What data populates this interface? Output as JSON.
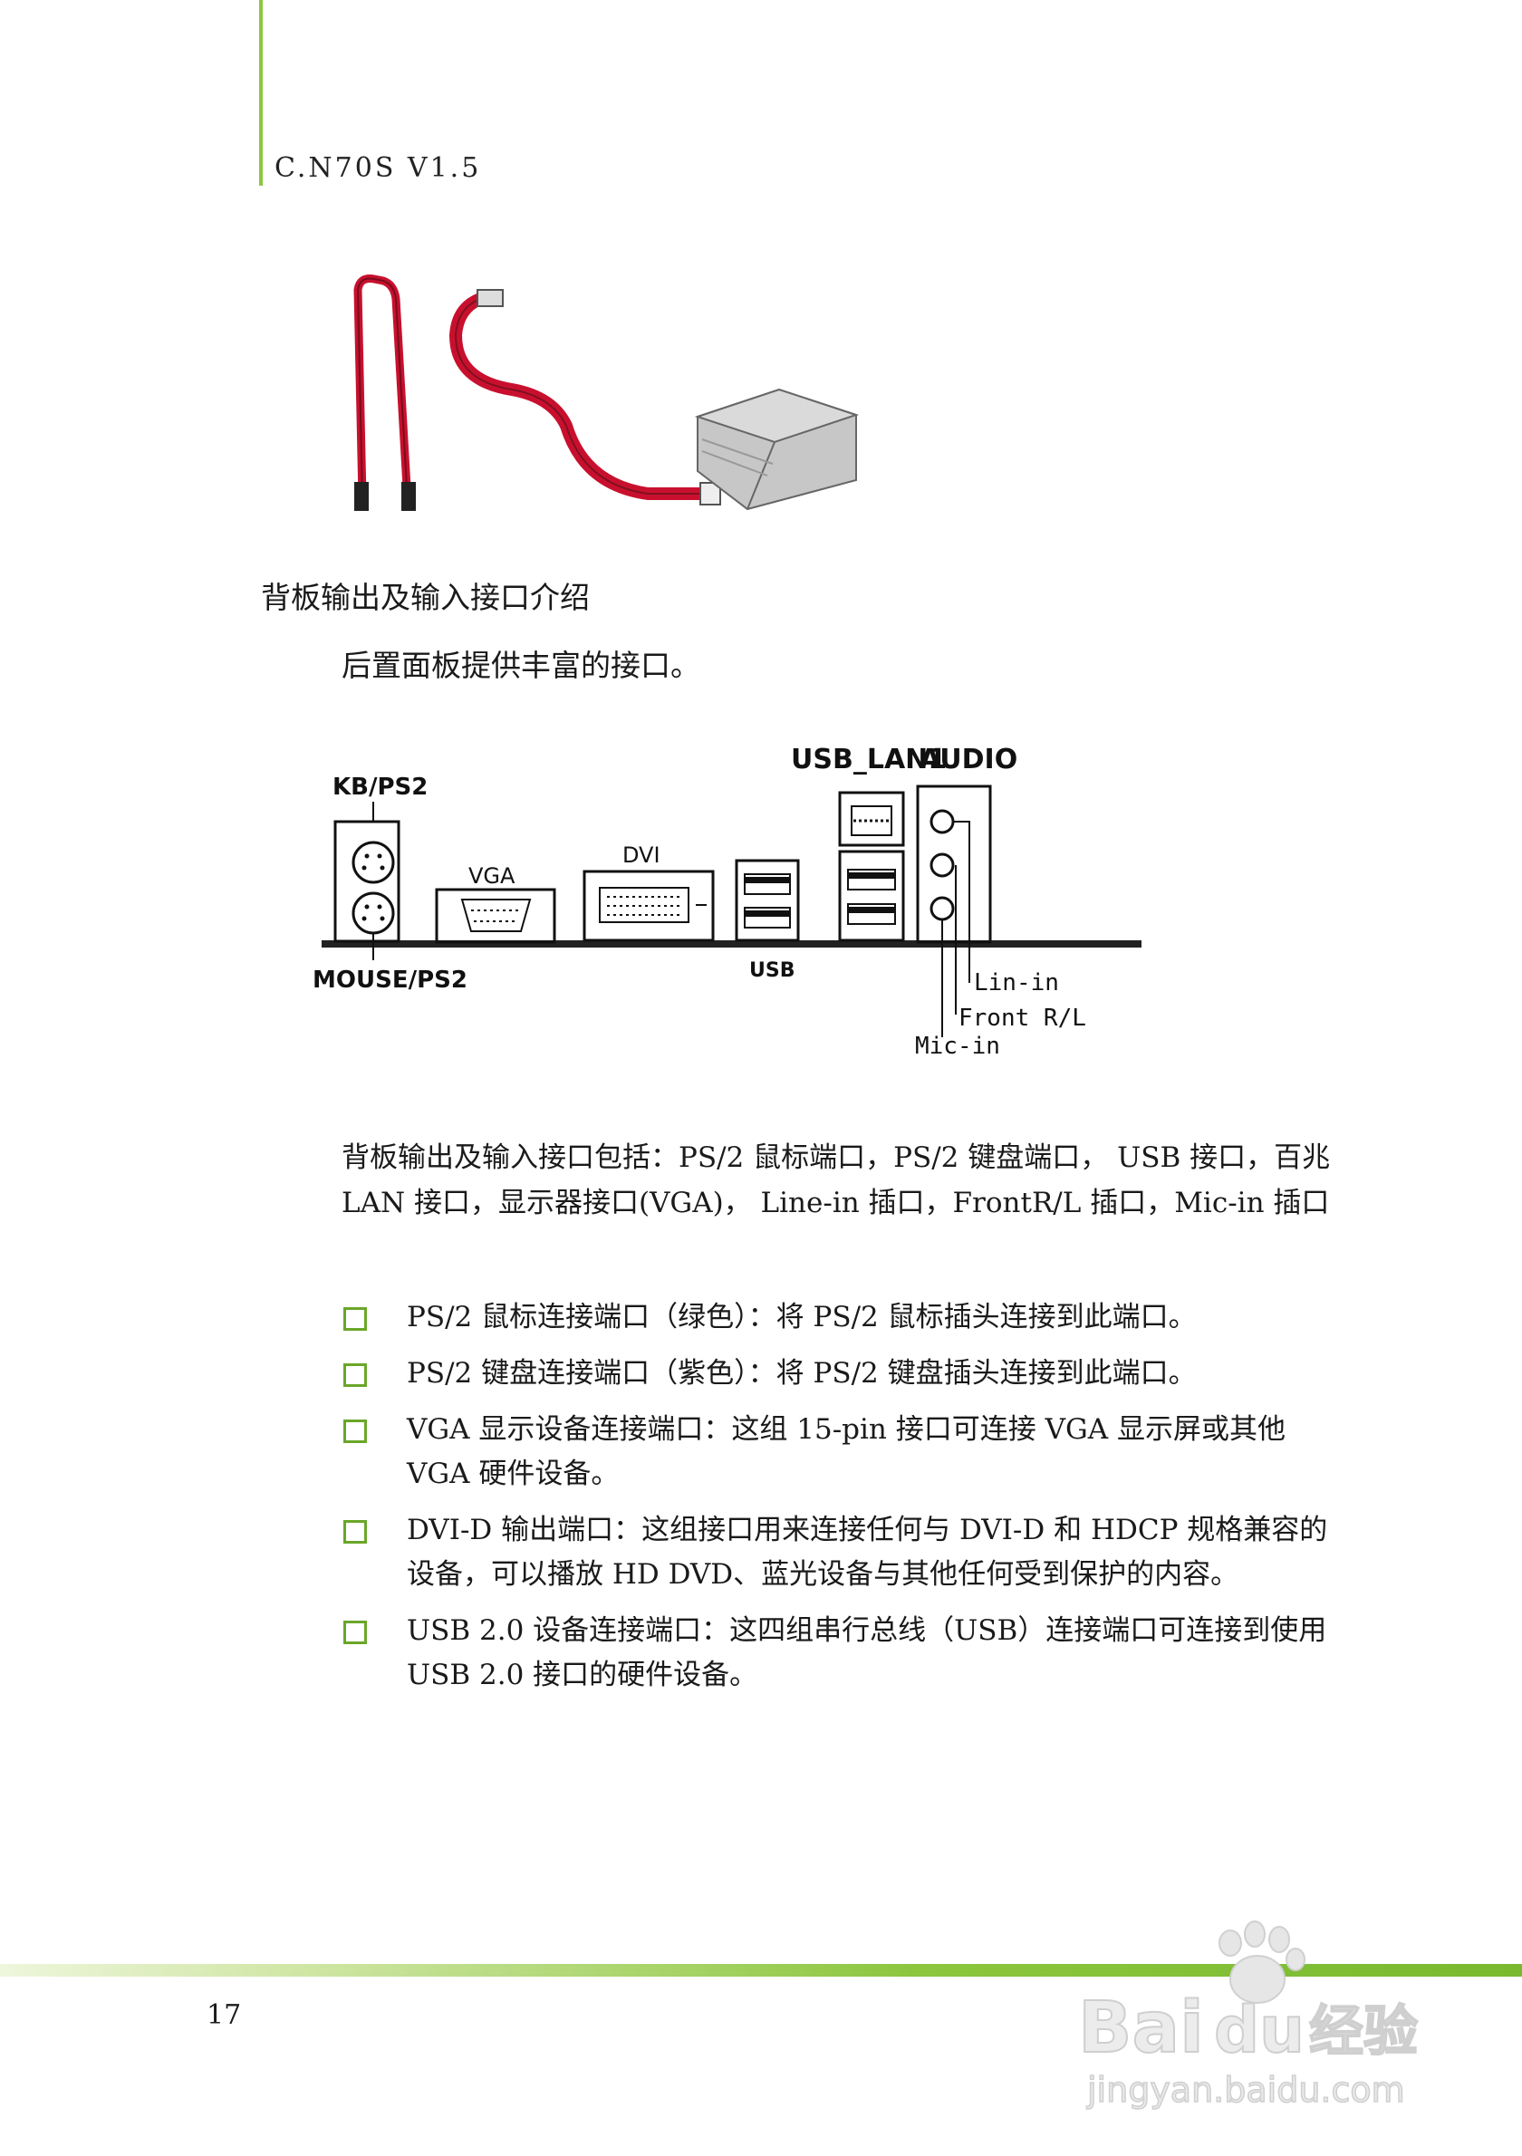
{
  "header": {
    "doc_id": "C.N70S V1.5"
  },
  "section": {
    "title": "背板输出及输入接口介绍",
    "intro": "后置面板提供丰富的接口。"
  },
  "diagram": {
    "labels": {
      "kb_ps2": "KB/PS2",
      "mouse_ps2": "MOUSE/PS2",
      "vga": "VGA",
      "dvi": "DVI",
      "usb": "USB",
      "usb_lan1": "USB_LAN1",
      "audio": "AUDIO",
      "lin_in": "Lin-in",
      "front_rl": "Front R/L",
      "mic_in": "Mic-in"
    }
  },
  "paragraph": "背板输出及输入接口包括：PS/2 鼠标端口，PS/2 键盘端口， USB 接口，百兆 LAN 接口，显示器接口(VGA)， Line-in 插口，FrontR/L 插口，Mic-in 插口",
  "list": [
    "PS/2 鼠标连接端口（绿色）：将 PS/2 鼠标插头连接到此端口。",
    "PS/2 键盘连接端口（紫色）：将 PS/2 键盘插头连接到此端口。",
    "VGA 显示设备连接端口：这组 15-pin 接口可连接 VGA 显示屏或其他 VGA 硬件设备。",
    "DVI-D 输出端口：这组接口用来连接任何与 DVI-D 和 HDCP 规格兼容的设备，可以播放 HD DVD、蓝光设备与其他任何受到保护的内容。",
    "USB 2.0 设备连接端口：这四组串行总线（USB）连接端口可连接到使用 USB 2.0 接口的硬件设备。"
  ],
  "footer": {
    "page_number": "17"
  },
  "watermark": {
    "brand": "Bai",
    "brand2": "du",
    "product": "经验",
    "url": "jingyan.baidu.com"
  },
  "colors": {
    "accent_green": "#8cc63f",
    "cable_red": "#c8102e"
  }
}
